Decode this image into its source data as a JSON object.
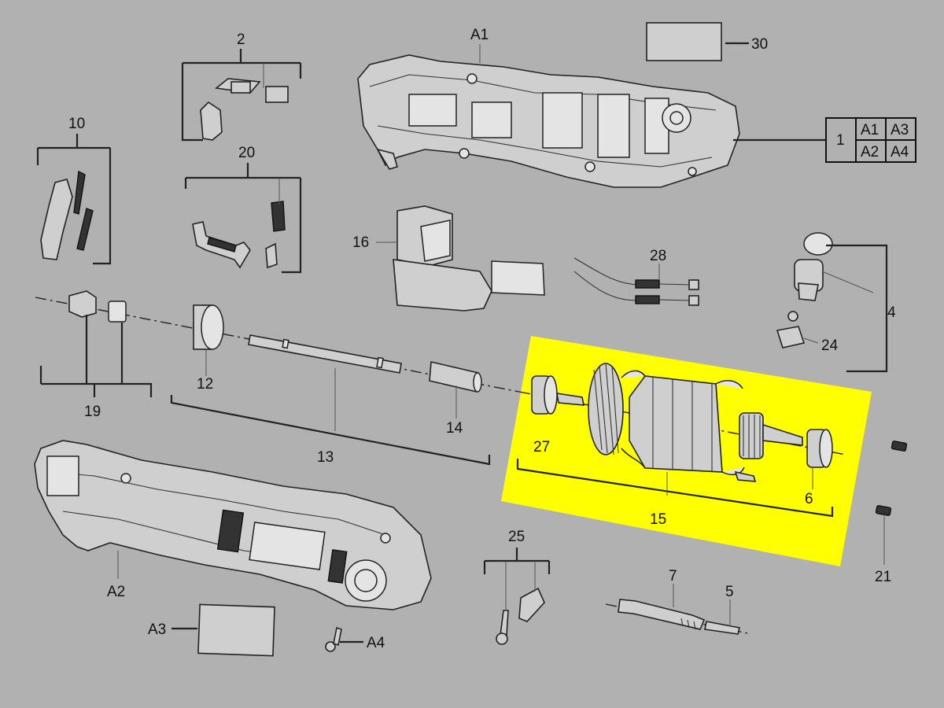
{
  "highlight_color": "#ffff00",
  "background_color": "#b1b1b1",
  "labels": {
    "A1": "A1",
    "A2": "A2",
    "A3": "A3",
    "A4": "A4",
    "p1": "1",
    "p2": "2",
    "p4": "4",
    "p5": "5",
    "p6": "6",
    "p7": "7",
    "p10": "10",
    "p12": "12",
    "p13": "13",
    "p14": "14",
    "p15": "15",
    "p16": "16",
    "p19": "19",
    "p20": "20",
    "p21": "21",
    "p24": "24",
    "p25": "25",
    "p27": "27",
    "p28": "28",
    "p30": "30"
  },
  "housing_kit_table": {
    "kit": "1",
    "cells": [
      "A1",
      "A3",
      "A2",
      "A4"
    ]
  }
}
